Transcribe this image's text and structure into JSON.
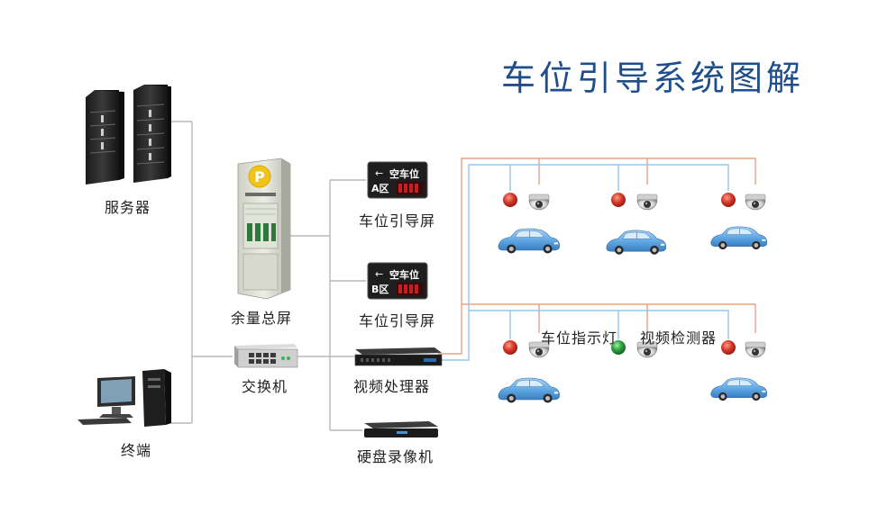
{
  "title": "车位引导系统图解",
  "labels": {
    "server": "服务器",
    "terminal": "终端",
    "total_screen": "余量总屏",
    "switch": "交换机",
    "guide_screen_a": "车位引导屏",
    "guide_screen_b": "车位引导屏",
    "video_processor": "视频处理器",
    "nvr": "硬盘录像机",
    "indicator_light": "车位指示灯",
    "video_detector": "视频检测器"
  },
  "signs": {
    "a": {
      "zone": "A区",
      "text": "空车位",
      "arrow": "←"
    },
    "b": {
      "zone": "B区",
      "text": "空车位",
      "arrow": "←"
    }
  },
  "kiosk_logo": "P",
  "colors": {
    "title": "#1f4e8a",
    "cable_gray": "#b4b4b4",
    "cable_orange": "#e79a78",
    "cable_blue": "#8fc6e6",
    "light_red": "#d43a2a",
    "light_green": "#2f9e3f",
    "car_blue": "#6aaee6"
  },
  "icons": [
    "server-icon",
    "computer-icon",
    "parking-kiosk-icon",
    "switch-icon",
    "led-sign-icon",
    "video-processor-icon",
    "nvr-icon",
    "indicator-light-icon",
    "dome-camera-icon",
    "car-icon"
  ]
}
